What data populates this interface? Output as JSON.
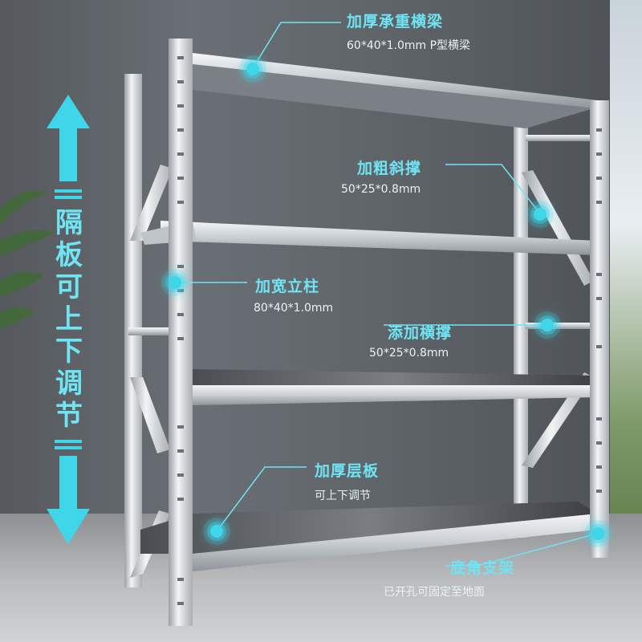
{
  "callouts": {
    "beam": {
      "title": "加厚承重横梁",
      "spec": "60*40*1.0mm P型横梁"
    },
    "diagonal": {
      "title": "加粗斜撑",
      "spec": "50*25*0.8mm"
    },
    "upright": {
      "title": "加宽立柱",
      "spec": "80*40*1.0mm"
    },
    "crossbrace": {
      "title": "添加横撑",
      "spec": "50*25*0.8mm"
    },
    "shelf": {
      "title": "加厚层板",
      "spec": "可上下调节"
    },
    "foot": {
      "title": "底角支架",
      "spec": "已开孔可固定至地面"
    }
  },
  "side_banner": {
    "chars": [
      "隔",
      "板",
      "可",
      "上",
      "下",
      "调",
      "节"
    ]
  },
  "colors": {
    "accent": "#6fe4f3",
    "steel": "#d9dde0",
    "shelf_dark": "#2b2d30"
  },
  "icons": {
    "up": "arrow-up-icon",
    "down": "arrow-down-icon",
    "hotspot": "hotspot-icon"
  }
}
